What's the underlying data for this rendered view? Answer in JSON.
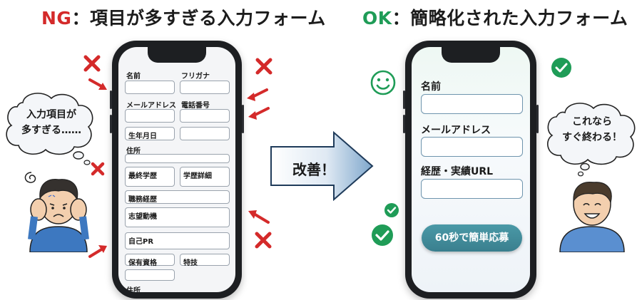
{
  "left_heading": {
    "tag": "NG",
    "text": "：項目が多すぎる入力フォーム"
  },
  "right_heading": {
    "tag": "OK",
    "text": "：簡略化された入力フォーム"
  },
  "ng_form": {
    "name": "名前",
    "furigana": "フリガナ",
    "email": "メールアドレス",
    "phone": "電話番号",
    "birthday": "生年月日",
    "address": "住所",
    "education": "最終学歴",
    "education_detail": "学歴詳細",
    "job_history": "職務経歴",
    "motivation": "志望動機",
    "self_pr": "自己PR",
    "qualifications": "保有資格",
    "skills": "特技",
    "address_cut": "住所"
  },
  "ok_form": {
    "name": "名前",
    "email": "メールアドレス",
    "history": "経歴・実績URL",
    "submit": "60秒で簡単応募"
  },
  "ng_bubble": {
    "line1": "入力項目が",
    "line2": "多すぎる……"
  },
  "ok_bubble": {
    "line1": "これなら",
    "line2": "すぐ終わる！"
  },
  "center_arrow": {
    "text": "改善！"
  },
  "colors": {
    "ng": "#d42a2a",
    "ok": "#1f9c57",
    "cta": "#3f8a99",
    "arrow": "#2b5f8f"
  }
}
